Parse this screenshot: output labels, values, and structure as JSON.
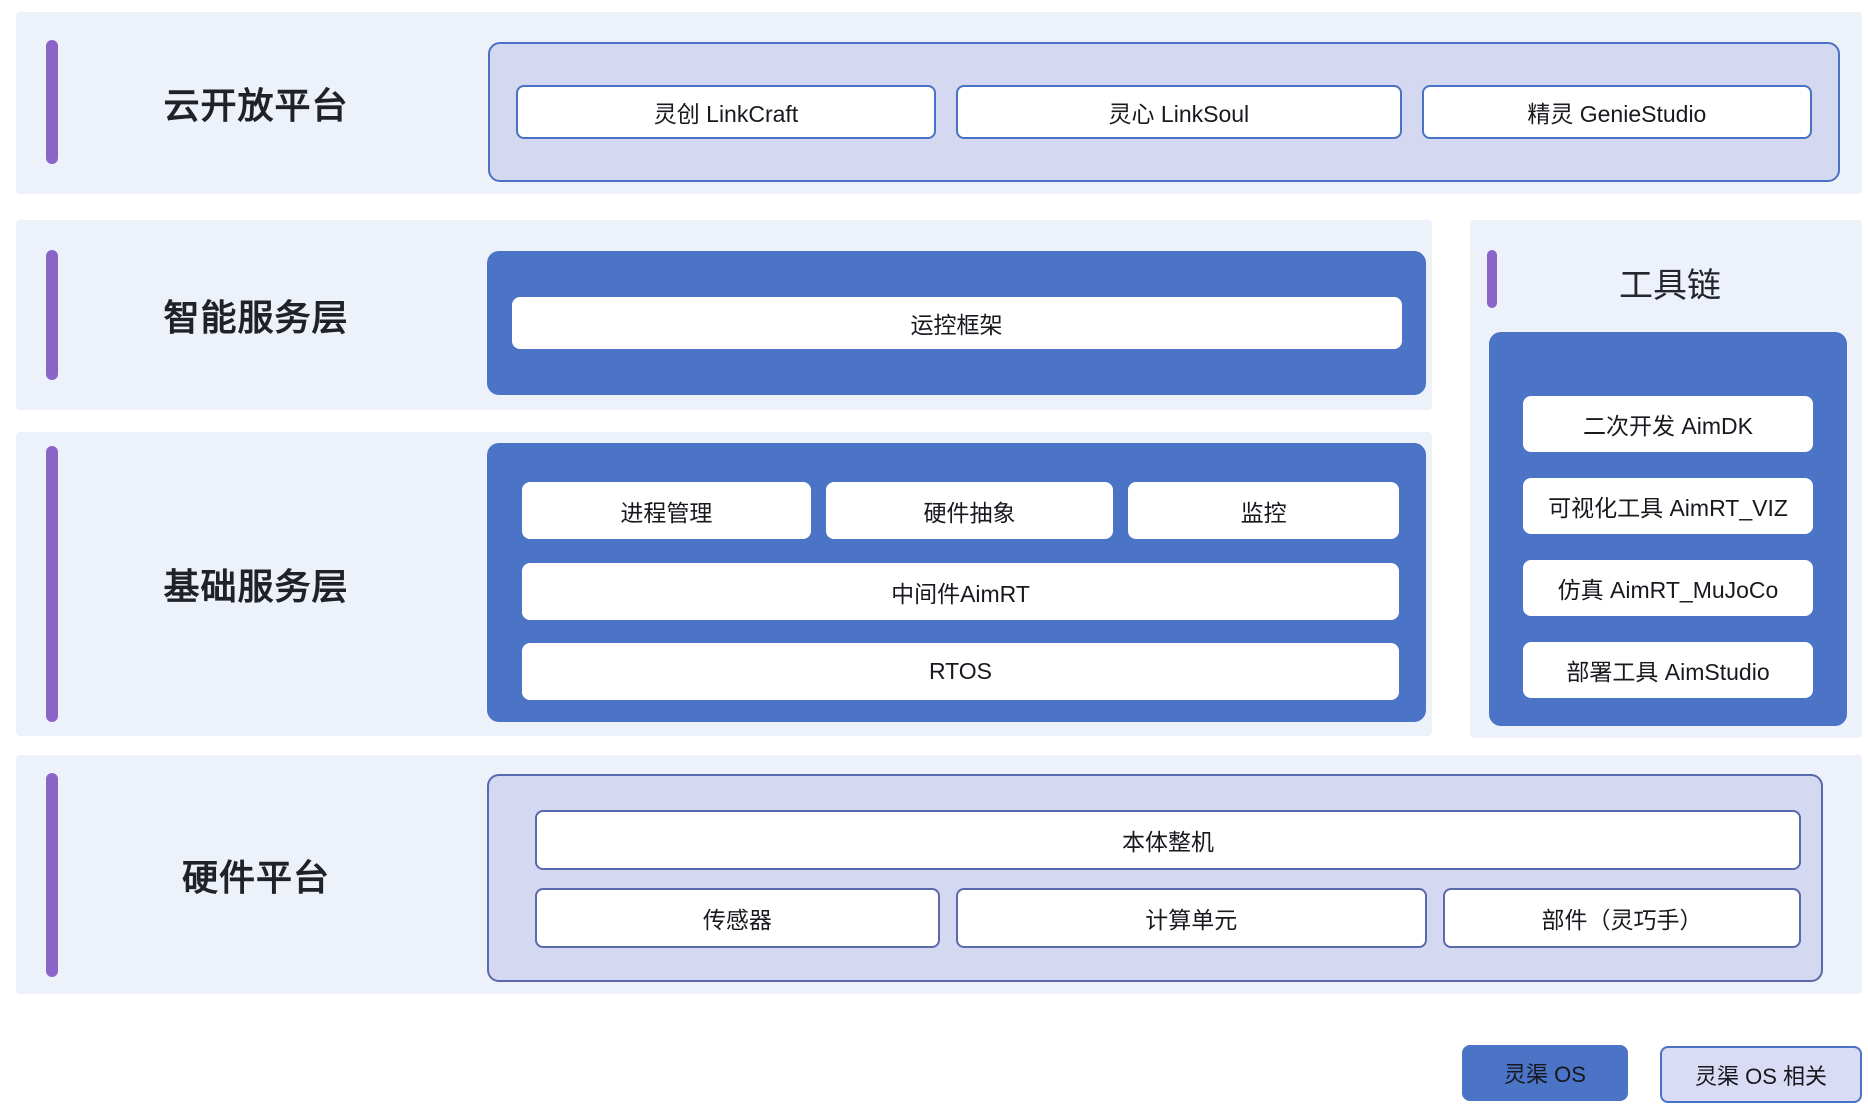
{
  "colors": {
    "blue": "#4B73C6",
    "container_purple": "#D4D8F1",
    "panel_bg": "#EDF1F9",
    "accent_purple": "#8B64C8",
    "border_blue": "#4A72C4",
    "border_indigo": "#5A68AC"
  },
  "layers": {
    "cloud": {
      "title": "云开放平台",
      "boxes": [
        "灵创 LinkCraft",
        "灵心 LinkSoul",
        "精灵 GenieStudio"
      ]
    },
    "intelligent": {
      "title": "智能服务层",
      "boxes": [
        "运控框架"
      ]
    },
    "toolchain": {
      "title": "工具链",
      "boxes": [
        "二次开发 AimDK",
        "可视化工具 AimRT_VIZ",
        "仿真 AimRT_MuJoCo",
        "部署工具 AimStudio"
      ]
    },
    "basic": {
      "title": "基础服务层",
      "row_top": [
        "进程管理",
        "硬件抽象",
        "监控"
      ],
      "row_mid": "中间件AimRT",
      "row_bottom": "RTOS"
    },
    "hardware": {
      "title": "硬件平台",
      "full_box": "本体整机",
      "boxes": [
        "传感器",
        "计算单元",
        "部件（灵巧手）"
      ]
    }
  },
  "legend": {
    "primary": "灵渠 OS",
    "secondary": "灵渠 OS 相关"
  }
}
